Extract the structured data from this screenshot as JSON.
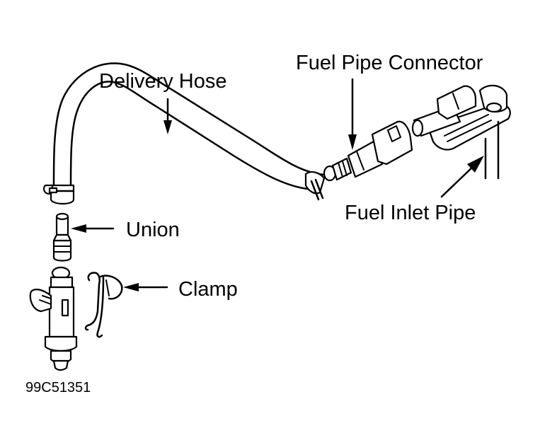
{
  "figure_id": "99C51351",
  "labels": {
    "delivery_hose": "Delivery Hose",
    "fuel_pipe_connector": "Fuel Pipe Connector",
    "fuel_inlet_pipe": "Fuel Inlet Pipe",
    "union": "Union",
    "clamp": "Clamp"
  },
  "colors": {
    "line": "#000000",
    "background": "#ffffff"
  }
}
